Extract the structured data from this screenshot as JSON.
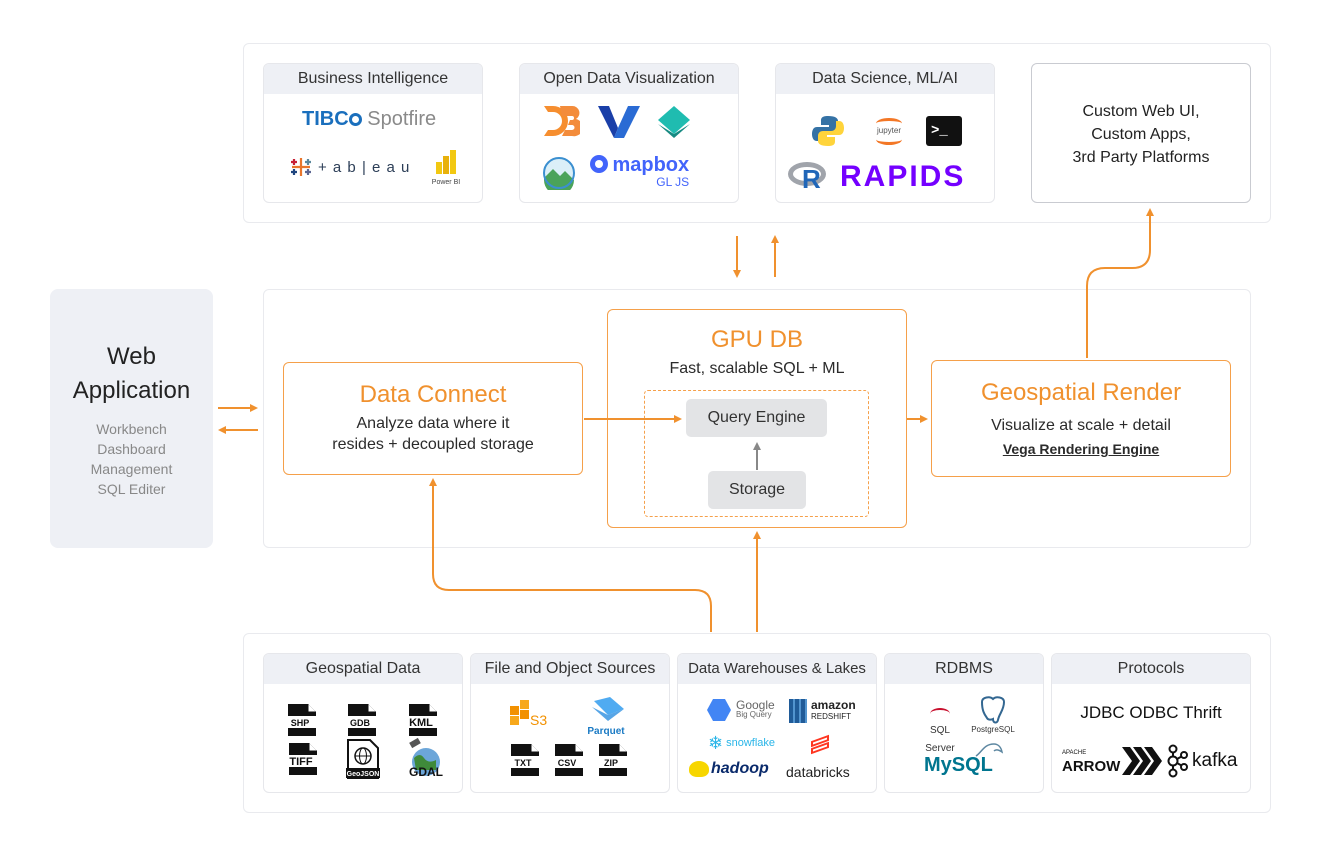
{
  "top": {
    "bi": {
      "title": "Business Intelligence",
      "spotfire": "TIBC",
      "spotfire_rest": "Spotfire",
      "tableau": "+ a b | e a u",
      "powerbi": "Power BI"
    },
    "odv": {
      "title": "Open Data Visualization",
      "mapbox": "mapbox",
      "gljs": "GL JS"
    },
    "ds": {
      "title": "Data Science, ML/AI",
      "jupyter": "jupyter",
      "rapids": "RAPIDS"
    },
    "custom": {
      "lines": [
        "Custom Web UI,",
        "Custom Apps,",
        "3rd Party Platforms"
      ]
    }
  },
  "webapp": {
    "title_line1": "Web",
    "title_line2": "Application",
    "items": [
      "Workbench",
      "Dashboard",
      "Management",
      "SQL Editer"
    ]
  },
  "data_connect": {
    "title": "Data Connect",
    "line1": "Analyze data where it",
    "line2": "resides + decoupled storage"
  },
  "gpudb": {
    "title": "GPU DB",
    "subtitle": "Fast, scalable SQL + ML",
    "query_engine": "Query Engine",
    "storage": "Storage"
  },
  "geo_render": {
    "title": "Geospatial Render",
    "subtitle": "Visualize at scale + detail",
    "engine": "Vega Rendering Engine"
  },
  "bottom": {
    "geo": {
      "title": "Geospatial Data",
      "files": [
        "SHP",
        "GDB",
        "KML",
        "TIFF",
        "GeoJSON",
        "GDAL"
      ]
    },
    "file": {
      "title": "File and Object Sources",
      "s3": "S3",
      "parquet": "Parquet",
      "files": [
        "TXT",
        "CSV",
        "ZIP"
      ]
    },
    "dw": {
      "title": "Data Warehouses & Lakes",
      "google": "Google",
      "bigquery": "Big Query",
      "amazon": "amazon",
      "redshift": "REDSHIFT",
      "snowflake": "snowflake",
      "hadoop": "hadoop",
      "databricks": "databricks"
    },
    "rdbms": {
      "title": "RDBMS",
      "sqlserver": "SQL Server",
      "postgres": "PostgreSQL",
      "mysql": "MySQL"
    },
    "protocols": {
      "title": "Protocols",
      "text": "JDBC ODBC Thrift",
      "apache": "APACHE",
      "arrow": "ARROW",
      "kafka": "kafka"
    }
  },
  "colors": {
    "accent": "#f0912e",
    "card_head": "#eef0f5",
    "panel_border": "#e9eaee"
  }
}
